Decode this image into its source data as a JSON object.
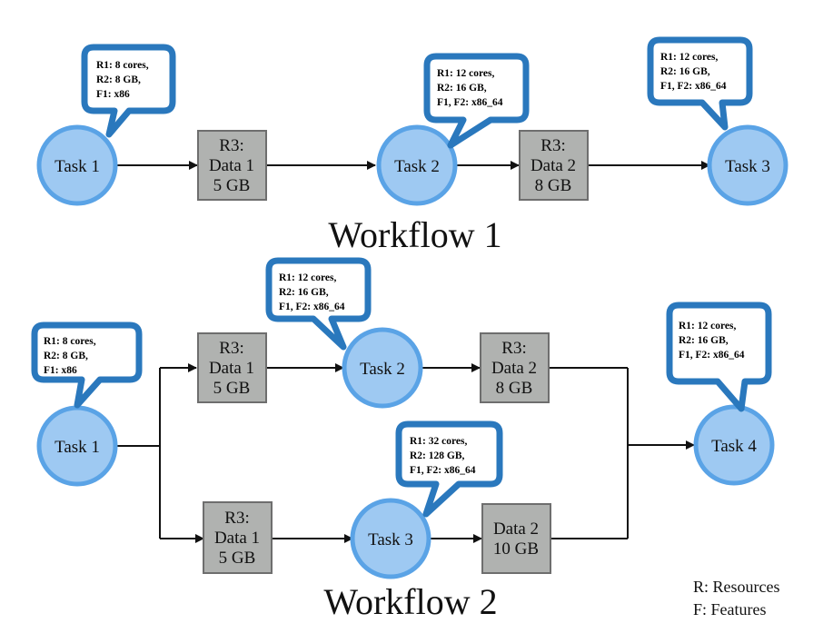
{
  "colors": {
    "task_fill": "#9ec9f2",
    "task_stroke": "#5aa3e6",
    "data_fill": "#b0b2b0",
    "data_stroke": "#6e6e6e",
    "bubble_fill": "#ffffff",
    "bubble_stroke": "#2a78bd",
    "edge": "#111111"
  },
  "workflow1": {
    "title": "Workflow 1",
    "tasks": {
      "t1": "Task 1",
      "t2": "Task 2",
      "t3": "Task 3"
    },
    "data": {
      "d1": [
        "R3:",
        "Data 1",
        "5 GB"
      ],
      "d2": [
        "R3:",
        "Data 2",
        "8 GB"
      ]
    },
    "requirements": {
      "t1": [
        "R1: 8 cores,",
        "R2: 8 GB,",
        "F1: x86"
      ],
      "t2": [
        "R1: 12 cores,",
        "R2: 16 GB,",
        "F1, F2: x86_64"
      ],
      "t3": [
        "R1: 12 cores,",
        "R2: 16 GB,",
        "F1, F2: x86_64"
      ]
    }
  },
  "workflow2": {
    "title": "Workflow 2",
    "tasks": {
      "t1": "Task 1",
      "t2": "Task 2",
      "t3": "Task 3",
      "t4": "Task 4"
    },
    "data": {
      "d1a": [
        "R3:",
        "Data 1",
        "5 GB"
      ],
      "d2": [
        "R3:",
        "Data 2",
        "8 GB"
      ],
      "d1b": [
        "R3:",
        "Data 1",
        "5 GB"
      ],
      "d2b": [
        "Data 2",
        "10 GB"
      ]
    },
    "requirements": {
      "t1": [
        "R1: 8 cores,",
        "R2: 8 GB,",
        "F1: x86"
      ],
      "t2": [
        "R1: 12 cores,",
        "R2: 16 GB,",
        "F1, F2: x86_64"
      ],
      "t3": [
        "R1: 32 cores,",
        "R2: 128 GB,",
        "F1, F2: x86_64"
      ],
      "t4": [
        "R1: 12 cores,",
        "R2: 16 GB,",
        "F1, F2: x86_64"
      ]
    }
  },
  "legend": {
    "resources": "R: Resources",
    "features": "F: Features"
  }
}
